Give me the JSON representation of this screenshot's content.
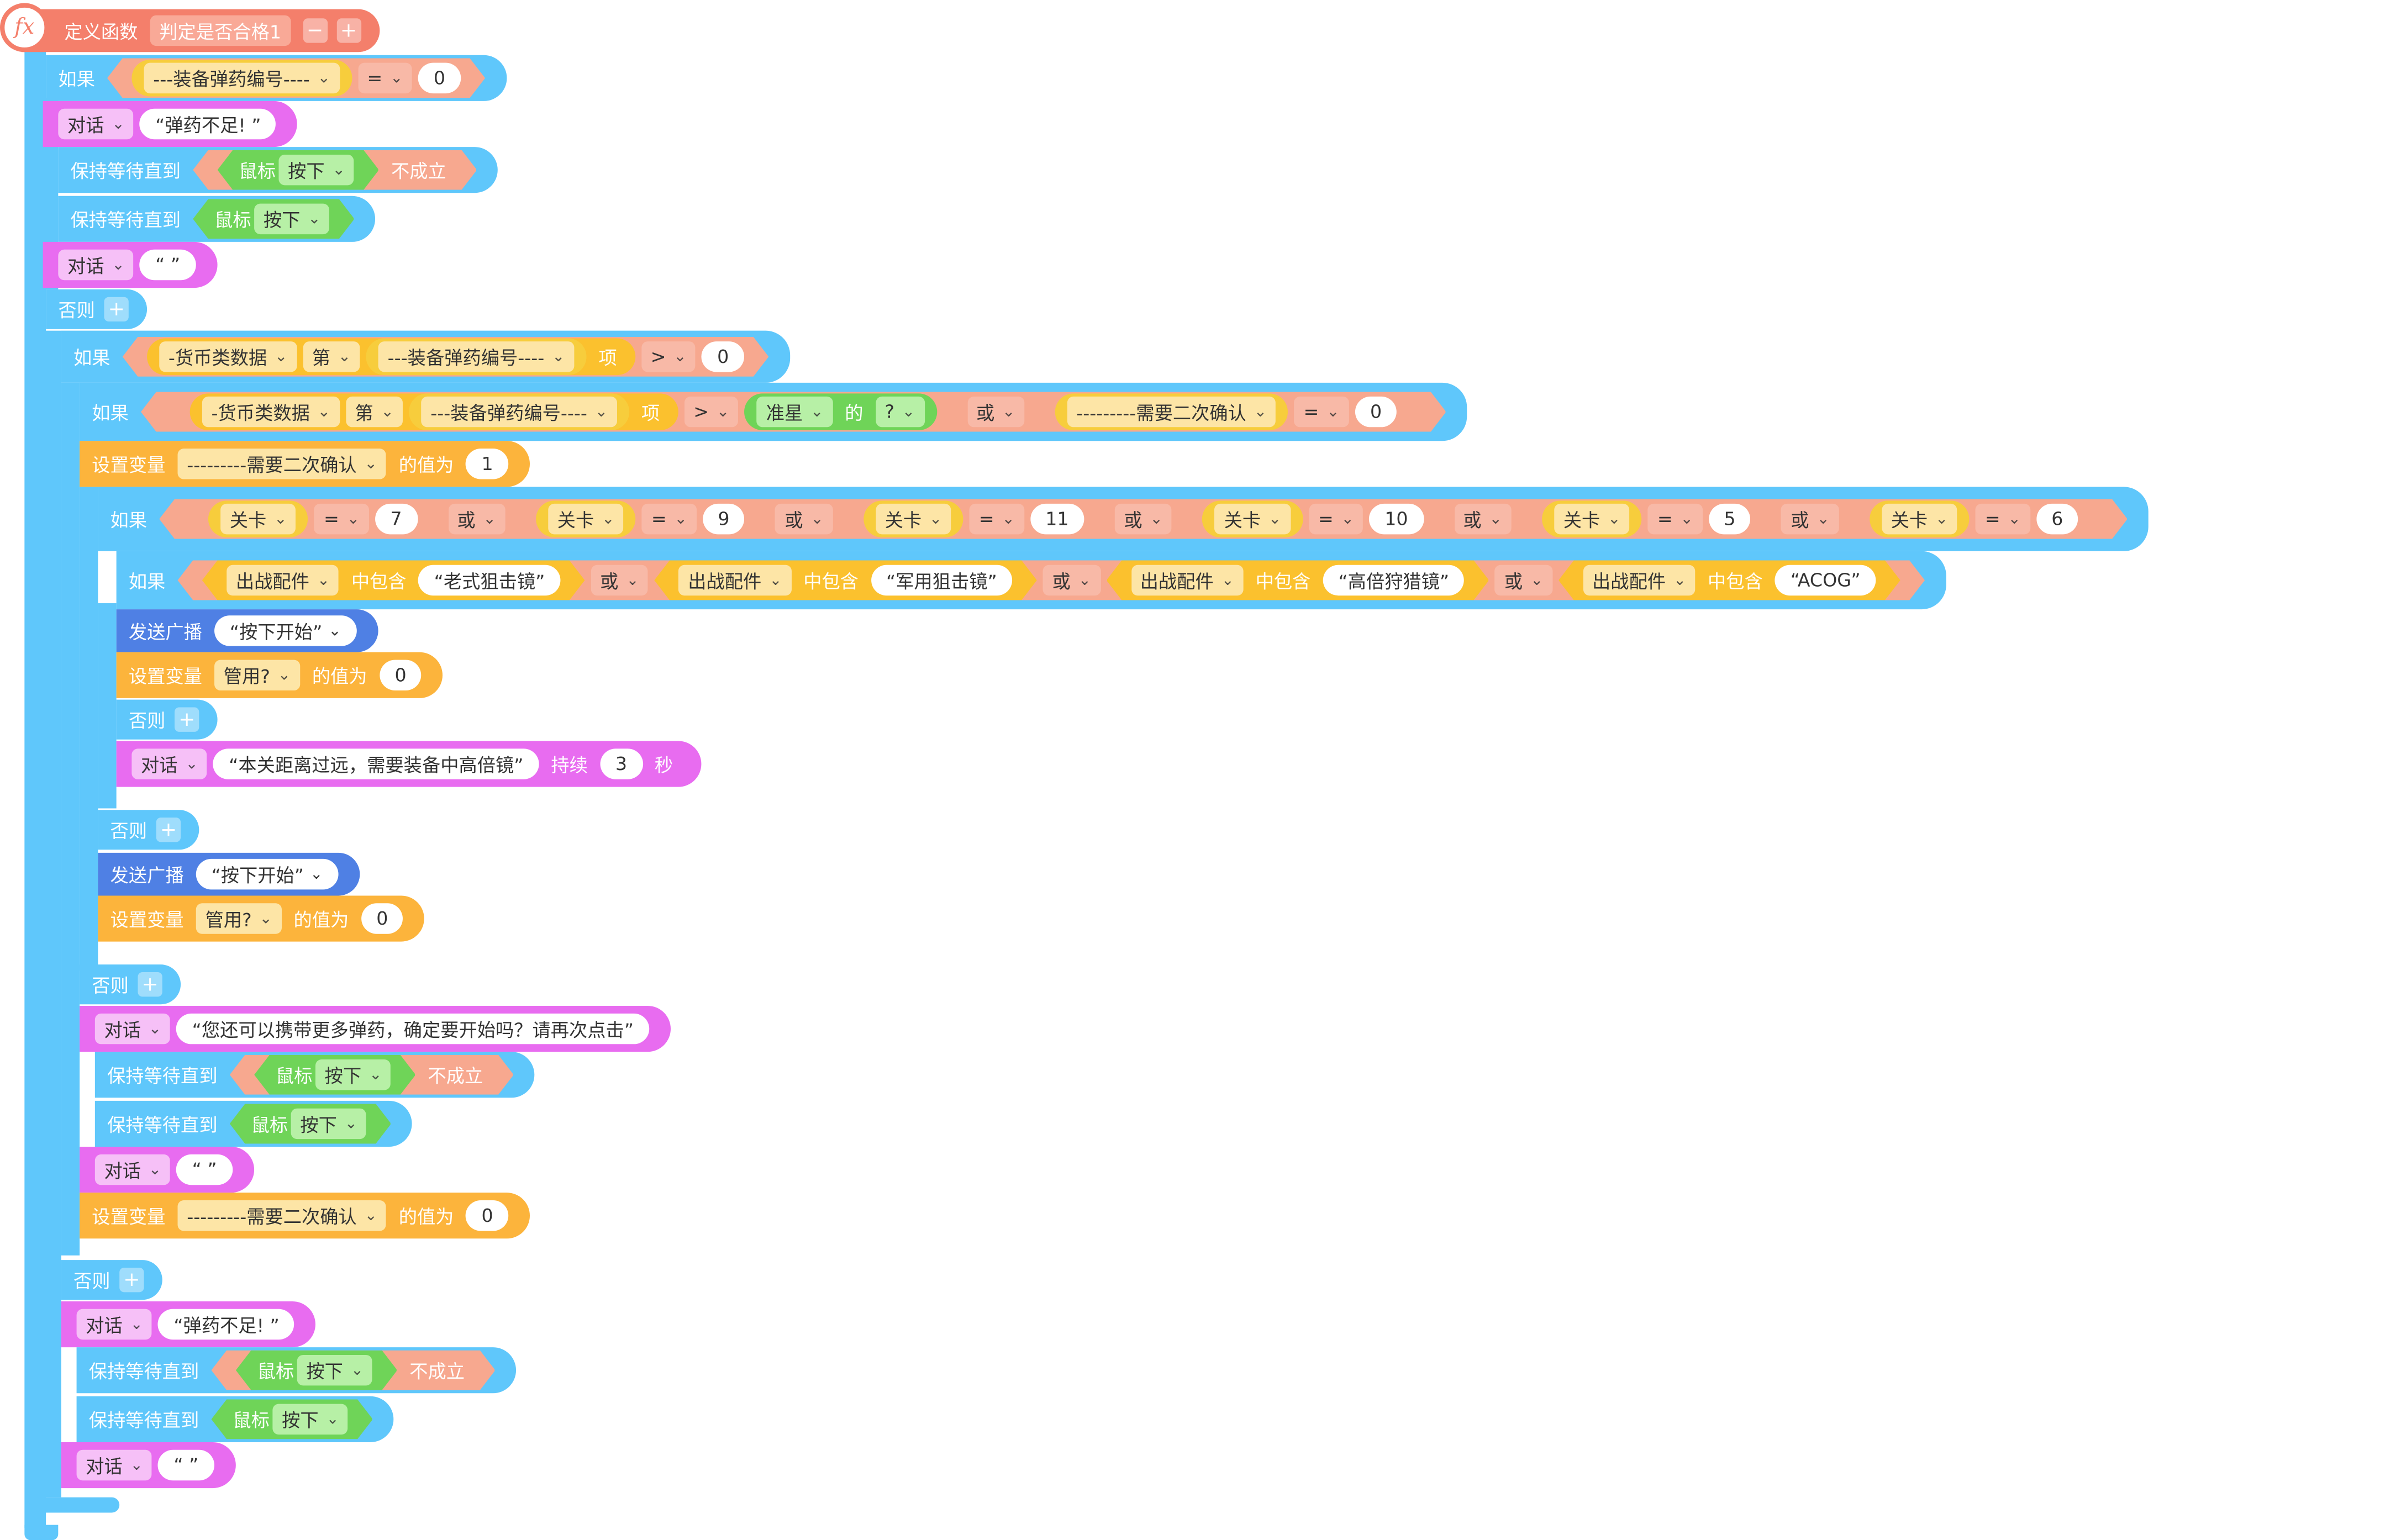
{
  "define": {
    "keyword": "定义函数",
    "name": "判定是否合格1",
    "minus": "−",
    "plus": "+"
  },
  "kw": {
    "if": "如果",
    "else": "否则",
    "dialog": "对话",
    "wait": "保持等待直到",
    "mouse": "鼠标",
    "press": "按下",
    "not_hold": "不成立",
    "set_var": "设置变量",
    "value_to": "的值为",
    "broadcast": "发送广播",
    "or": "或",
    "item": "项",
    "index": "第",
    "of": "的",
    "contains": "中包含",
    "last": "持续",
    "sec": "秒",
    "eq": "=",
    "gt": ">",
    "plus": "+"
  },
  "vars": {
    "ammo_id": "---装备弹药编号----",
    "currency": "-货币类数据",
    "confirm": "---------需要二次确认",
    "level": "关卡",
    "loadout": "出战配件",
    "scope": "准星",
    "q": "?",
    "used": "管用?"
  },
  "strings": {
    "no_ammo": "“弹药不足! ”",
    "empty": "“ ”",
    "scope1": "“老式狙击镜”",
    "scope2": "“军用狙击镜”",
    "scope3": "“高倍狩猎镜”",
    "scope4": "“ACOG”",
    "press_start": "“按下开始”",
    "far": "“本关距离过远，需要装备中高倍镜”",
    "more_ammo": "“您还可以携带更多弹药，确定要开始吗？请再次点击”"
  },
  "nums": {
    "zero": "0",
    "one": "1",
    "three": "3",
    "seven": "7",
    "nine": "9",
    "eleven": "11",
    "ten": "10",
    "five": "5",
    "six": "6"
  }
}
